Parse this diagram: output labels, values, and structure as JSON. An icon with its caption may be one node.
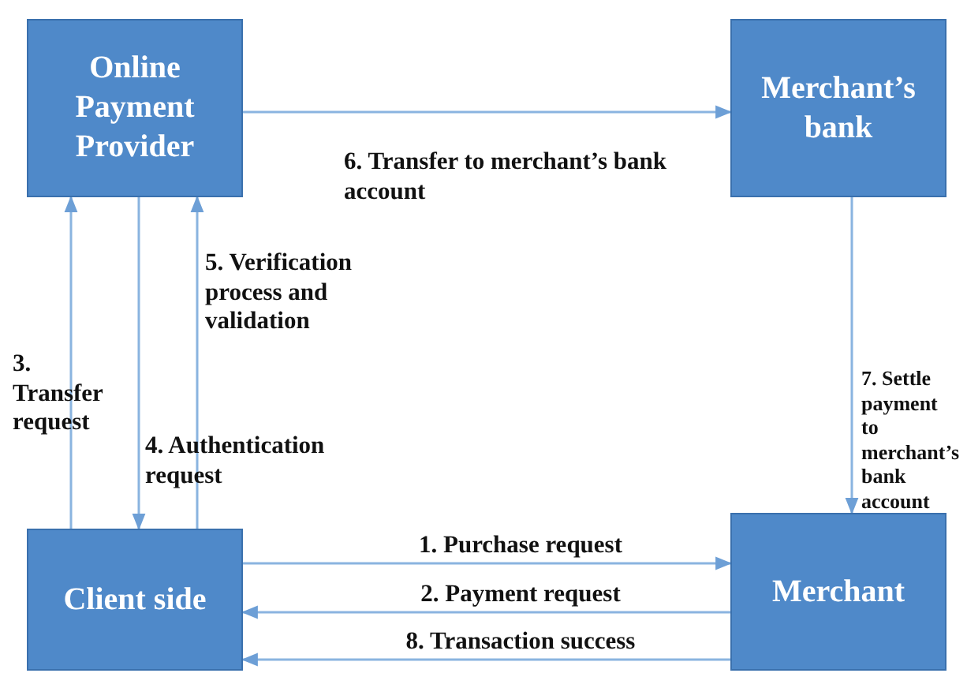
{
  "diagram": {
    "nodes": [
      {
        "text": [
          "Online Payment Provider"
        ]
      },
      {
        "text": [
          "Merchant’s bank"
        ]
      },
      {
        "text": [
          "Client side"
        ]
      },
      {
        "text": [
          "Merchant"
        ]
      }
    ],
    "edges": [
      {
        "from": 0,
        "to": 1,
        "arrow": "to",
        "label": "6. Transfer to merchant’s bank account"
      },
      {
        "from": 1,
        "to": 3,
        "arrow": "to",
        "label": "7. Settle payment to merchant’s bank account"
      },
      {
        "from": 2,
        "to": 0,
        "arrow": "to",
        "label": "3. Transfer request"
      },
      {
        "from": 0,
        "to": 2,
        "arrow": "to",
        "label": "4. Authentication request"
      },
      {
        "from": 2,
        "to": 0,
        "arrow": "to",
        "label": "5. Verification process and validation"
      },
      {
        "from": 2,
        "to": 3,
        "arrow": "to",
        "label": "1. Purchase request"
      },
      {
        "from": 3,
        "to": 2,
        "arrow": "to",
        "label": "2. Payment request"
      },
      {
        "from": 3,
        "to": 2,
        "arrow": "to",
        "label": "8. Transaction success"
      }
    ]
  }
}
